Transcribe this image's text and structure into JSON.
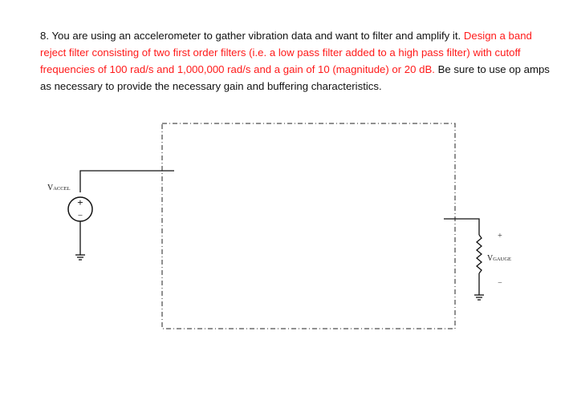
{
  "question": {
    "number": "8.",
    "text_before": "You are using an accelerometer to gather vibration data and want to filter and amplify it.",
    "highlight": "Design a band reject filter consisting of two first order filters (i.e. a low pass filter added to a high pass filter) with cutoff frequencies of 100 rad/s and 1,000,000 rad/s and a gain of 10 (magnitude) or 20 dB.",
    "text_after": "Be sure to use op amps as necessary to provide the necessary gain and buffering characteristics."
  },
  "circuit": {
    "source_label": {
      "main": "V",
      "sub": "ACCEL"
    },
    "source_plus": "+",
    "source_minus": "−",
    "output_label": {
      "main": "V",
      "sub": "GAUGE"
    },
    "output_plus": "+",
    "output_minus": "−",
    "colors": {
      "wire": "#111111",
      "dashed_box": "#222222",
      "highlight_text": "#ff1a1a"
    }
  }
}
